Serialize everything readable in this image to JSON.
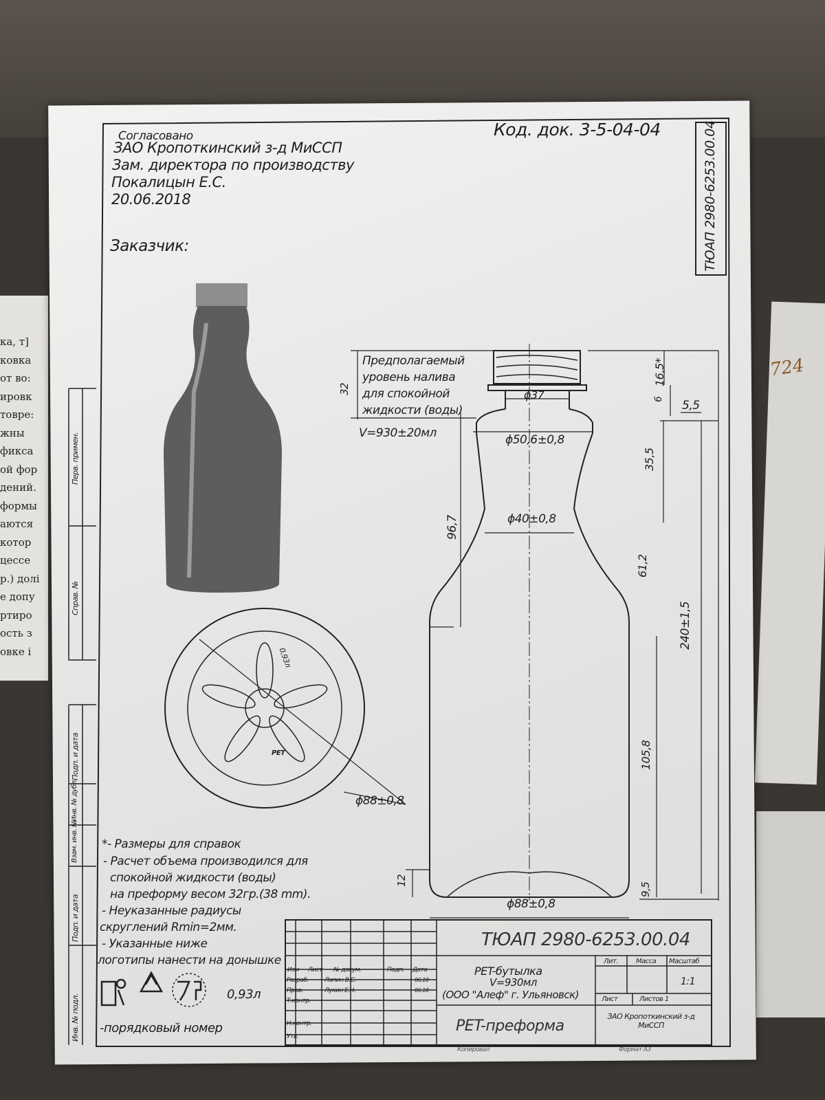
{
  "background_left_fragments": [
    "ка, т]",
    "ковка",
    "от во:",
    "ировк",
    "товре:",
    "жны",
    "фикса",
    "ой фор",
    "дений.",
    "формы",
    "аются",
    "котор",
    "цессе",
    "р.) долі",
    "е допу",
    "ртиро",
    "ость з",
    "овке і"
  ],
  "background_handwriting": "724",
  "approval": {
    "label": "Согласовано",
    "company": "ЗАО Кропоткинский з-д МиССП",
    "position": "Зам. директора по производству",
    "name": "Покалицын Е.С.",
    "date": "20.06.2018"
  },
  "customer_label": "Заказчик:",
  "doc_code": "Код. док. 3-5-04-04",
  "stamp_code": "ТЮАП 2980-6253.00.04",
  "side_strip": [
    "Перв. примен.",
    "Справ. №",
    "Подп. и дата",
    "Инв. № дубл.",
    "Взам. инв. №",
    "Подп. и дата",
    "Инв. № подл."
  ],
  "fill_note": {
    "line1": "Предполагаемый",
    "line2": "уровень налива",
    "line3": "для спокойной",
    "line4": "жидкости (воды)",
    "volume": "V=930±20мл"
  },
  "dimensions": {
    "neck_dia": "ϕ37",
    "collar_dia": "ϕ50,6±0,8",
    "waist_dia": "ϕ40±0,8",
    "base_dia": "ϕ88±0,8",
    "bottom_dia": "ϕ88±0,8",
    "h32": "32",
    "h96_7": "96,7",
    "h16_5": "16,5*",
    "h6": "6",
    "h5_5": "5,5",
    "h35_5": "35,5",
    "h612": "61,2",
    "h240": "240±1,5",
    "h105_8": "105,8",
    "h12": "12",
    "h9_5": "9,5"
  },
  "bottom_marks": {
    "number": "0,93л",
    "recycle": "PET"
  },
  "notes": [
    "*- Размеры для справок",
    "- Расчет объема производился для",
    "спокойной жидкости (воды)",
    "на преформу весом 32гр.(38 mm).",
    "- Неуказанные радиусы",
    "скруглений Rmin=2мм.",
    "- Указанные ниже",
    "логотипы нанести на донышке"
  ],
  "logos_volume": "0,93л",
  "serial_note": "-порядковый номер",
  "title_block": {
    "designation": "ТЮАП 2980-6253.00.04",
    "product": "PET-бутылка",
    "volume": "V=930мл",
    "customer": "(ООО \"Алеф\" г. Ульяновск)",
    "material": "PET-преформа",
    "company": "ЗАО Кропоткинский з-д МиССП",
    "col_headers": [
      "Изм",
      "Лист",
      "№ докум.",
      "Подп.",
      "Дата"
    ],
    "rows": [
      [
        "Разраб.",
        "Лапин В.С.",
        "",
        "06.18"
      ],
      [
        "Пров.",
        "Лукин Е.Н.",
        "",
        "06.18"
      ],
      [
        "Т.контр.",
        "",
        "",
        ""
      ],
      [
        "Н.контр.",
        "",
        "",
        ""
      ],
      [
        "Утв.",
        "",
        "",
        ""
      ]
    ],
    "lit": "Лит.",
    "mass": "Масса",
    "scale": "Масштаб",
    "scale_value": "1:1",
    "sheet": "Лист",
    "sheets": "Листов 1",
    "copied": "Копировал",
    "format": "Формат А3"
  }
}
